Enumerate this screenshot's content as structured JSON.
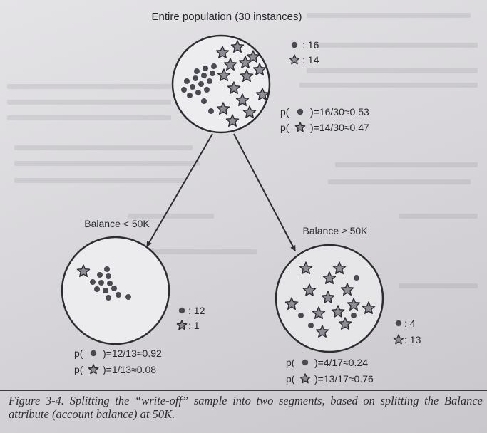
{
  "diagram": {
    "title": "Entire population (30 instances)",
    "root": {
      "legend": {
        "circle_count": ": 16",
        "star_count": ": 14"
      },
      "prob_circle": ")=16/30≈0.53",
      "prob_star": ")=14/30≈0.47"
    },
    "left": {
      "edge_label": "Balance < 50K",
      "legend": {
        "circle_count": ": 12",
        "star_count": ": 1"
      },
      "prob_circle": ")=12/13≈0.92",
      "prob_star": ")=1/13≈0.08"
    },
    "right": {
      "edge_label": "Balance ≥ 50K",
      "legend": {
        "circle_count": ": 4",
        "star_count": ": 13"
      },
      "prob_circle": ")=4/17≈0.24",
      "prob_star": ")=13/17≈0.76"
    },
    "prob_prefix": "p(",
    "colors": {
      "ink": "#2c2c31",
      "dot": "#4a4a52",
      "star_fill": "#8e8d96"
    }
  },
  "caption": {
    "figure_label": "Figure 3-4.",
    "text": "Splitting the “write-off” sample into two segments, based on splitting the Balance attribute (account balance) at 50K."
  }
}
